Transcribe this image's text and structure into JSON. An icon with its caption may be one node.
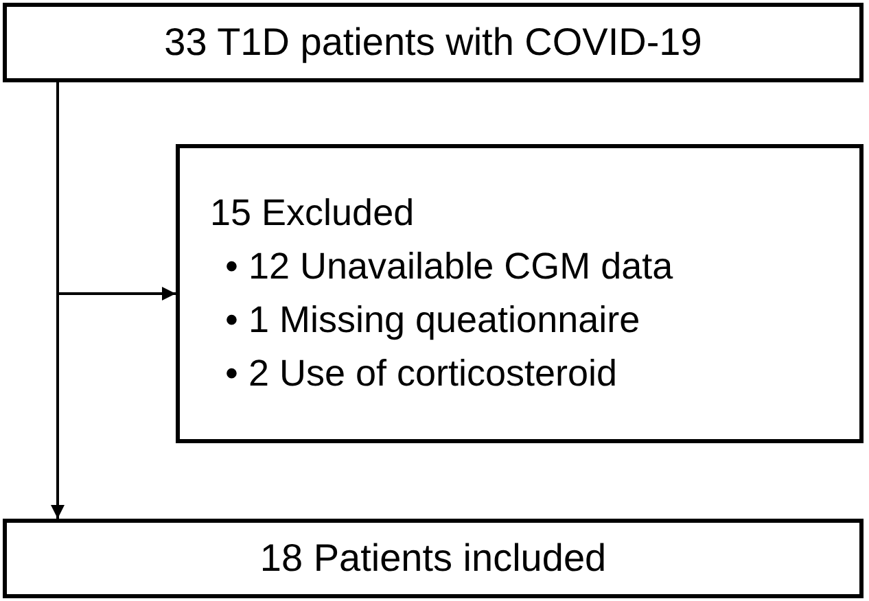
{
  "diagram": {
    "nodes": [
      {
        "text": [
          "33 T1D patients with COVID-19"
        ]
      },
      {
        "text": [
          "15 Excluded",
          "• 12 Unavailable CGM data",
          "• 1 Missing queationnaire",
          "• 2 Use of corticosteroid"
        ]
      },
      {
        "text": [
          "18 Patients included"
        ]
      }
    ],
    "edges": [
      {
        "from": 0,
        "to": 1,
        "arrow": "to"
      },
      {
        "from": 0,
        "to": 2,
        "arrow": "to"
      }
    ]
  }
}
